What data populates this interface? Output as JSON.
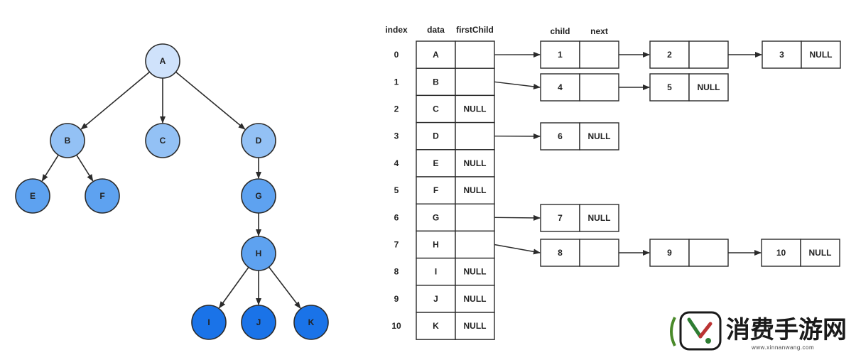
{
  "colors": {
    "level0": "#cfe2fb",
    "level1": "#93c1f5",
    "level2": "#5ea2f0",
    "level3": "#1a73e8",
    "stroke": "#2b2b2b"
  },
  "tree": {
    "nodes": [
      {
        "id": "A",
        "label": "A",
        "level": 0
      },
      {
        "id": "B",
        "label": "B",
        "level": 1
      },
      {
        "id": "C",
        "label": "C",
        "level": 1
      },
      {
        "id": "D",
        "label": "D",
        "level": 1
      },
      {
        "id": "E",
        "label": "E",
        "level": 2
      },
      {
        "id": "F",
        "label": "F",
        "level": 2
      },
      {
        "id": "G",
        "label": "G",
        "level": 2
      },
      {
        "id": "H",
        "label": "H",
        "level": 2
      },
      {
        "id": "I",
        "label": "I",
        "level": 3
      },
      {
        "id": "J",
        "label": "J",
        "level": 3
      },
      {
        "id": "K",
        "label": "K",
        "level": 3
      }
    ],
    "edges": [
      [
        "A",
        "B"
      ],
      [
        "A",
        "C"
      ],
      [
        "A",
        "D"
      ],
      [
        "B",
        "E"
      ],
      [
        "B",
        "F"
      ],
      [
        "D",
        "G"
      ],
      [
        "G",
        "H"
      ],
      [
        "H",
        "I"
      ],
      [
        "H",
        "J"
      ],
      [
        "H",
        "K"
      ]
    ]
  },
  "table": {
    "headers": {
      "index": "index",
      "data": "data",
      "first_child": "firstChild"
    },
    "rows": [
      {
        "index": "0",
        "data": "A",
        "first_child": ""
      },
      {
        "index": "1",
        "data": "B",
        "first_child": ""
      },
      {
        "index": "2",
        "data": "C",
        "first_child": "NULL"
      },
      {
        "index": "3",
        "data": "D",
        "first_child": ""
      },
      {
        "index": "4",
        "data": "E",
        "first_child": "NULL"
      },
      {
        "index": "5",
        "data": "F",
        "first_child": "NULL"
      },
      {
        "index": "6",
        "data": "G",
        "first_child": ""
      },
      {
        "index": "7",
        "data": "H",
        "first_child": ""
      },
      {
        "index": "8",
        "data": "I",
        "first_child": "NULL"
      },
      {
        "index": "9",
        "data": "J",
        "first_child": "NULL"
      },
      {
        "index": "10",
        "data": "K",
        "first_child": "NULL"
      }
    ]
  },
  "child_list": {
    "headers": {
      "child": "child",
      "next": "next"
    },
    "chains": [
      {
        "row": 0,
        "nodes": [
          {
            "child": "1",
            "next": ""
          },
          {
            "child": "2",
            "next": ""
          },
          {
            "child": "3",
            "next": "NULL"
          }
        ]
      },
      {
        "row": 1,
        "nodes": [
          {
            "child": "4",
            "next": ""
          },
          {
            "child": "5",
            "next": "NULL"
          }
        ]
      },
      {
        "row": 3,
        "nodes": [
          {
            "child": "6",
            "next": "NULL"
          }
        ]
      },
      {
        "row": 6,
        "nodes": [
          {
            "child": "7",
            "next": "NULL"
          }
        ]
      },
      {
        "row": 7,
        "nodes": [
          {
            "child": "8",
            "next": ""
          },
          {
            "child": "9",
            "next": ""
          },
          {
            "child": "10",
            "next": "NULL"
          }
        ]
      }
    ]
  },
  "watermark": {
    "logo_icon": "leaf-check-logo-icon",
    "title": "消费手游网",
    "url": "www.xinnanwang.com"
  }
}
